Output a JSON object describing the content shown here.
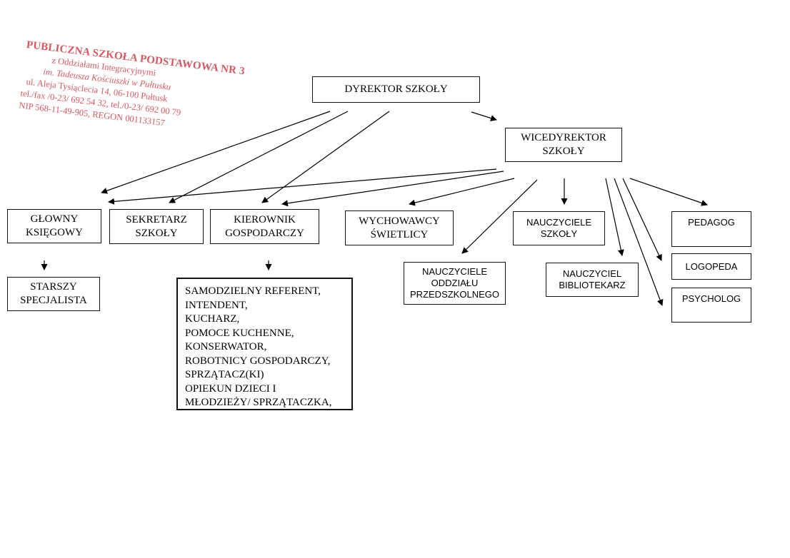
{
  "stamp": {
    "lines": [
      "PUBLICZNA SZKOŁA PODSTAWOWA NR 3",
      "z Oddziałami Integracyjnymi",
      "im. Tadeusza Kościuszki w Pułtusku",
      "ul. Aleja Tysiąclecia 14, 06-100 Pułtusk",
      "tel./fax /0-23/ 692 54 32, tel./0-23/ 692 00 79",
      "NIP 568-11-49-905, REGON 001133157"
    ],
    "color": "#d64550"
  },
  "org": {
    "director": [
      "DYREKTOR SZKOŁY"
    ],
    "vice_director": [
      "WICEDYREKTOR",
      "SZKOŁY"
    ],
    "chief_accountant": [
      "GŁOWNY",
      "KSIĘGOWY"
    ],
    "secretary": [
      "SEKRETARZ",
      "SZKOŁY"
    ],
    "facilities_manager": [
      "KIEROWNIK",
      "GOSPODARCZY"
    ],
    "afterschool_educators": [
      "WYCHOWAWCY",
      "ŚWIETLICY"
    ],
    "teachers": [
      "NAUCZYCIELE",
      "SZKOŁY"
    ],
    "pedagogue": [
      "PEDAGOG"
    ],
    "preschool_teachers": [
      "NAUCZYCIELE",
      "ODDZIAŁU",
      "PRZEDSZKOLNEGO"
    ],
    "librarian": [
      "NAUCZYCIEL",
      "BIBLIOTEKARZ"
    ],
    "speech_therapist": [
      "LOGOPEDA"
    ],
    "psychologist": [
      "PSYCHOLOG"
    ],
    "senior_specialist": [
      "STARSZY",
      "SPECJALISTA"
    ],
    "staff_list": [
      "SAMODZIELNY REFERENT,",
      "INTENDENT,",
      "KUCHARZ,",
      "POMOCE KUCHENNE,",
      "KONSERWATOR,",
      "ROBOTNICY GOSPODARCZY,",
      "SPRZĄTACZ(KI)",
      "OPIEKUN DZIECI I",
      "MŁODZIEŻY/ SPRZĄTACZKA,"
    ]
  }
}
